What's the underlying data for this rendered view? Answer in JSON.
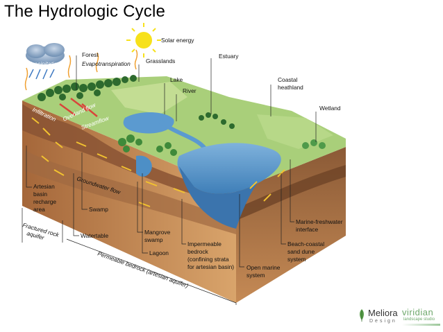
{
  "slide": {
    "title": "The Hydrologic Cycle"
  },
  "labels": {
    "precipitation": "Precipitation",
    "forest": "Forest",
    "evapotranspiration": "Evapotranspiration",
    "solar_energy": "Solar energy",
    "grasslands": "Grasslands",
    "estuary": "Estuary",
    "lake": "Lake",
    "river": "River",
    "coastal_heathland_1": "Coastal",
    "coastal_heathland_2": "heathland",
    "wetland": "Wetland",
    "infiltration": "Infiltration",
    "overland_flow": "Overland flow",
    "streamflow": "Streamflow",
    "groundwater_flow": "Groundwater flow",
    "artesian_1": "Artesian",
    "artesian_2": "basin",
    "artesian_3": "recharge",
    "artesian_4": "area",
    "fractured_1": "Fractured rock",
    "fractured_2": "aquifer",
    "swamp": "Swamp",
    "watertable": "Watertable",
    "mangrove_1": "Mangrove",
    "mangrove_2": "swamp",
    "lagoon": "Lagoon",
    "impermeable_1": "Impermeable",
    "impermeable_2": "bedrock",
    "impermeable_3": "(confining strata",
    "impermeable_4": "for artesian basin)",
    "permeable_bedrock": "Permeable bedrock (artesian aquifer)",
    "open_marine_1": "Open marine",
    "open_marine_2": "system",
    "beach_1": "Beach-coastal",
    "beach_2": "sand dune",
    "beach_3": "system",
    "marine_fw_1": "Marine-freshwater",
    "marine_fw_2": "interface"
  },
  "logos": {
    "meliora_name": "Meliora",
    "meliora_sub": "Design",
    "viridian_name": "viridian",
    "viridian_sub": "landscape studio"
  },
  "colors": {
    "ground_top": "#b9d88c",
    "soil": "#c98f5a",
    "rock": "#8a5a3a",
    "water": "#4d8fc6",
    "arrows": "#f2c230",
    "sun": "#f7e11b"
  }
}
